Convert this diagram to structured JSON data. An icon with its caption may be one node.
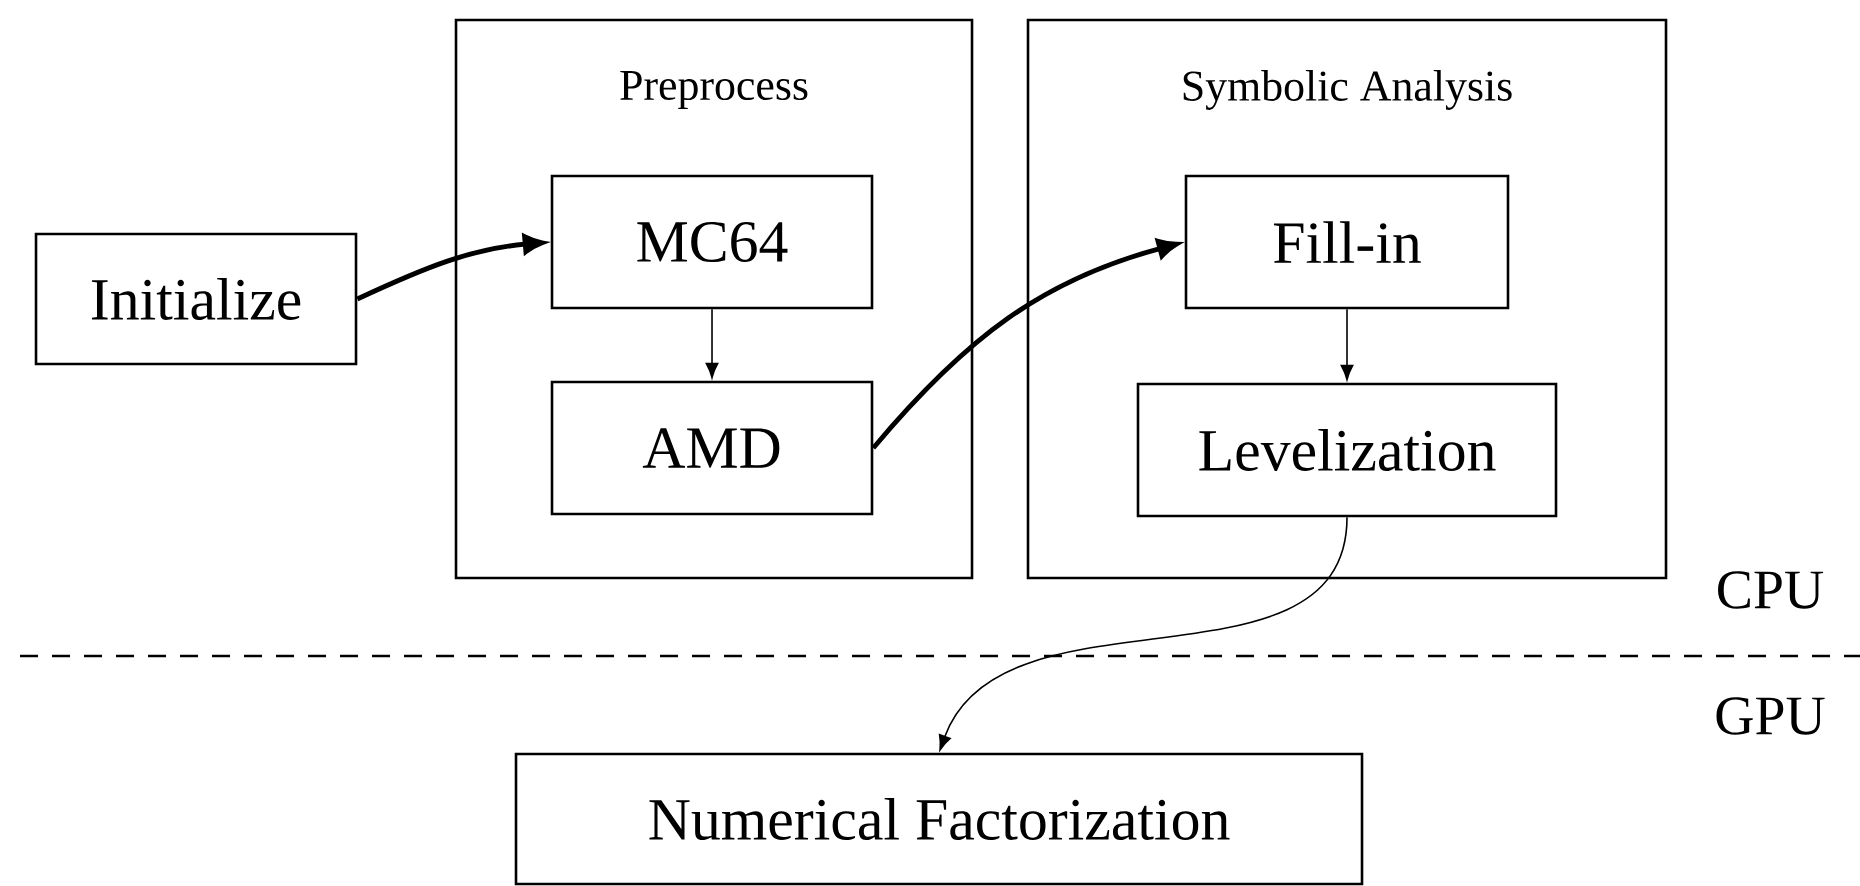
{
  "diagram": {
    "nodes": [
      {
        "text": [
          "Initialize"
        ]
      },
      {
        "text": [
          "Preprocess"
        ]
      },
      {
        "text": [
          "MC64"
        ],
        "in": 1
      },
      {
        "text": [
          "AMD"
        ],
        "in": 1
      },
      {
        "text": [
          "Symbolic Analysis"
        ]
      },
      {
        "text": [
          "Fill-in"
        ],
        "in": 4
      },
      {
        "text": [
          "Levelization"
        ],
        "in": 4
      },
      {
        "text": [
          "Numerical Factorization"
        ]
      }
    ],
    "edges": [
      {
        "from": 0,
        "to": 2,
        "arrow": "to",
        "style": "thick"
      },
      {
        "from": 2,
        "to": 3,
        "arrow": "to"
      },
      {
        "from": 3,
        "to": 5,
        "arrow": "to",
        "style": "thick"
      },
      {
        "from": 5,
        "to": 6,
        "arrow": "to"
      },
      {
        "from": 6,
        "to": 7,
        "arrow": "to"
      }
    ],
    "labels": [
      "CPU",
      "GPU"
    ]
  }
}
